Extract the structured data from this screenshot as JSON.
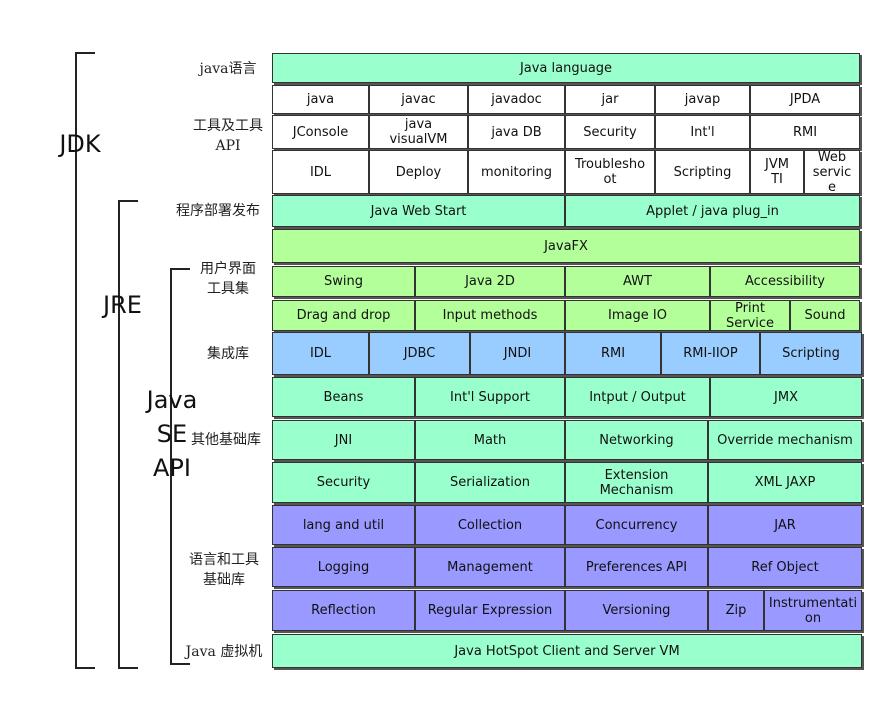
{
  "brackets": {
    "jdk": "JDK",
    "jre": "JRE",
    "java_se_api": [
      "Java",
      "SE",
      "API"
    ]
  },
  "row_labels": {
    "language": "java语言",
    "tools": [
      "工具及工具",
      "API"
    ],
    "deploy": "程序部署发布",
    "ui": [
      "用户界面",
      "工具集"
    ],
    "integration": "集成库",
    "other_base": "其他基础库",
    "lang_tools": [
      "语言和工具",
      "基础库"
    ],
    "jvm": "Java  虚拟机"
  },
  "rows": {
    "r1": [
      "Java language"
    ],
    "r2": [
      "java",
      "javac",
      "javadoc",
      "jar",
      "javap",
      "JPDA"
    ],
    "r3": [
      "JConsole",
      "java\nvisualVM",
      "java DB",
      "Security",
      "Int'l",
      "RMI"
    ],
    "r4": [
      "IDL",
      "Deploy",
      "monitoring",
      "Troublesho\not",
      "Scripting",
      "JVM\nTI",
      "Web\nservic\ne"
    ],
    "r5": [
      "Java Web Start",
      "Applet / java plug_in"
    ],
    "r6": [
      "JavaFX"
    ],
    "r7": [
      "Swing",
      "Java 2D",
      "AWT",
      "Accessibility"
    ],
    "r8": [
      "Drag and drop",
      "Input  methods",
      "Image IO",
      "Print\nService",
      "Sound"
    ],
    "r9": [
      "IDL",
      "JDBC",
      "JNDI",
      "RMI",
      "RMI-IIOP",
      "Scripting"
    ],
    "r10": [
      "Beans",
      "Int'l  Support",
      "Intput / Output",
      "JMX"
    ],
    "r11": [
      "JNI",
      "Math",
      "Networking",
      "Override mechanism"
    ],
    "r12": [
      "Security",
      "Serialization",
      "Extension\nMechanism",
      "XML JAXP"
    ],
    "r13": [
      "lang and util",
      "Collection",
      "Concurrency",
      "JAR"
    ],
    "r14": [
      "Logging",
      "Management",
      "Preferences API",
      "Ref Object"
    ],
    "r15": [
      "Reflection",
      "Regular Expression",
      "Versioning",
      "Zip",
      "Instrumentati\non"
    ],
    "r16": [
      "Java HotSpot Client and Server VM"
    ]
  },
  "colors": {
    "green": "#99ffcc",
    "light_green": "#b3ff99",
    "white": "#ffffff",
    "blue": "#99ccff",
    "purple": "#9999ff"
  }
}
